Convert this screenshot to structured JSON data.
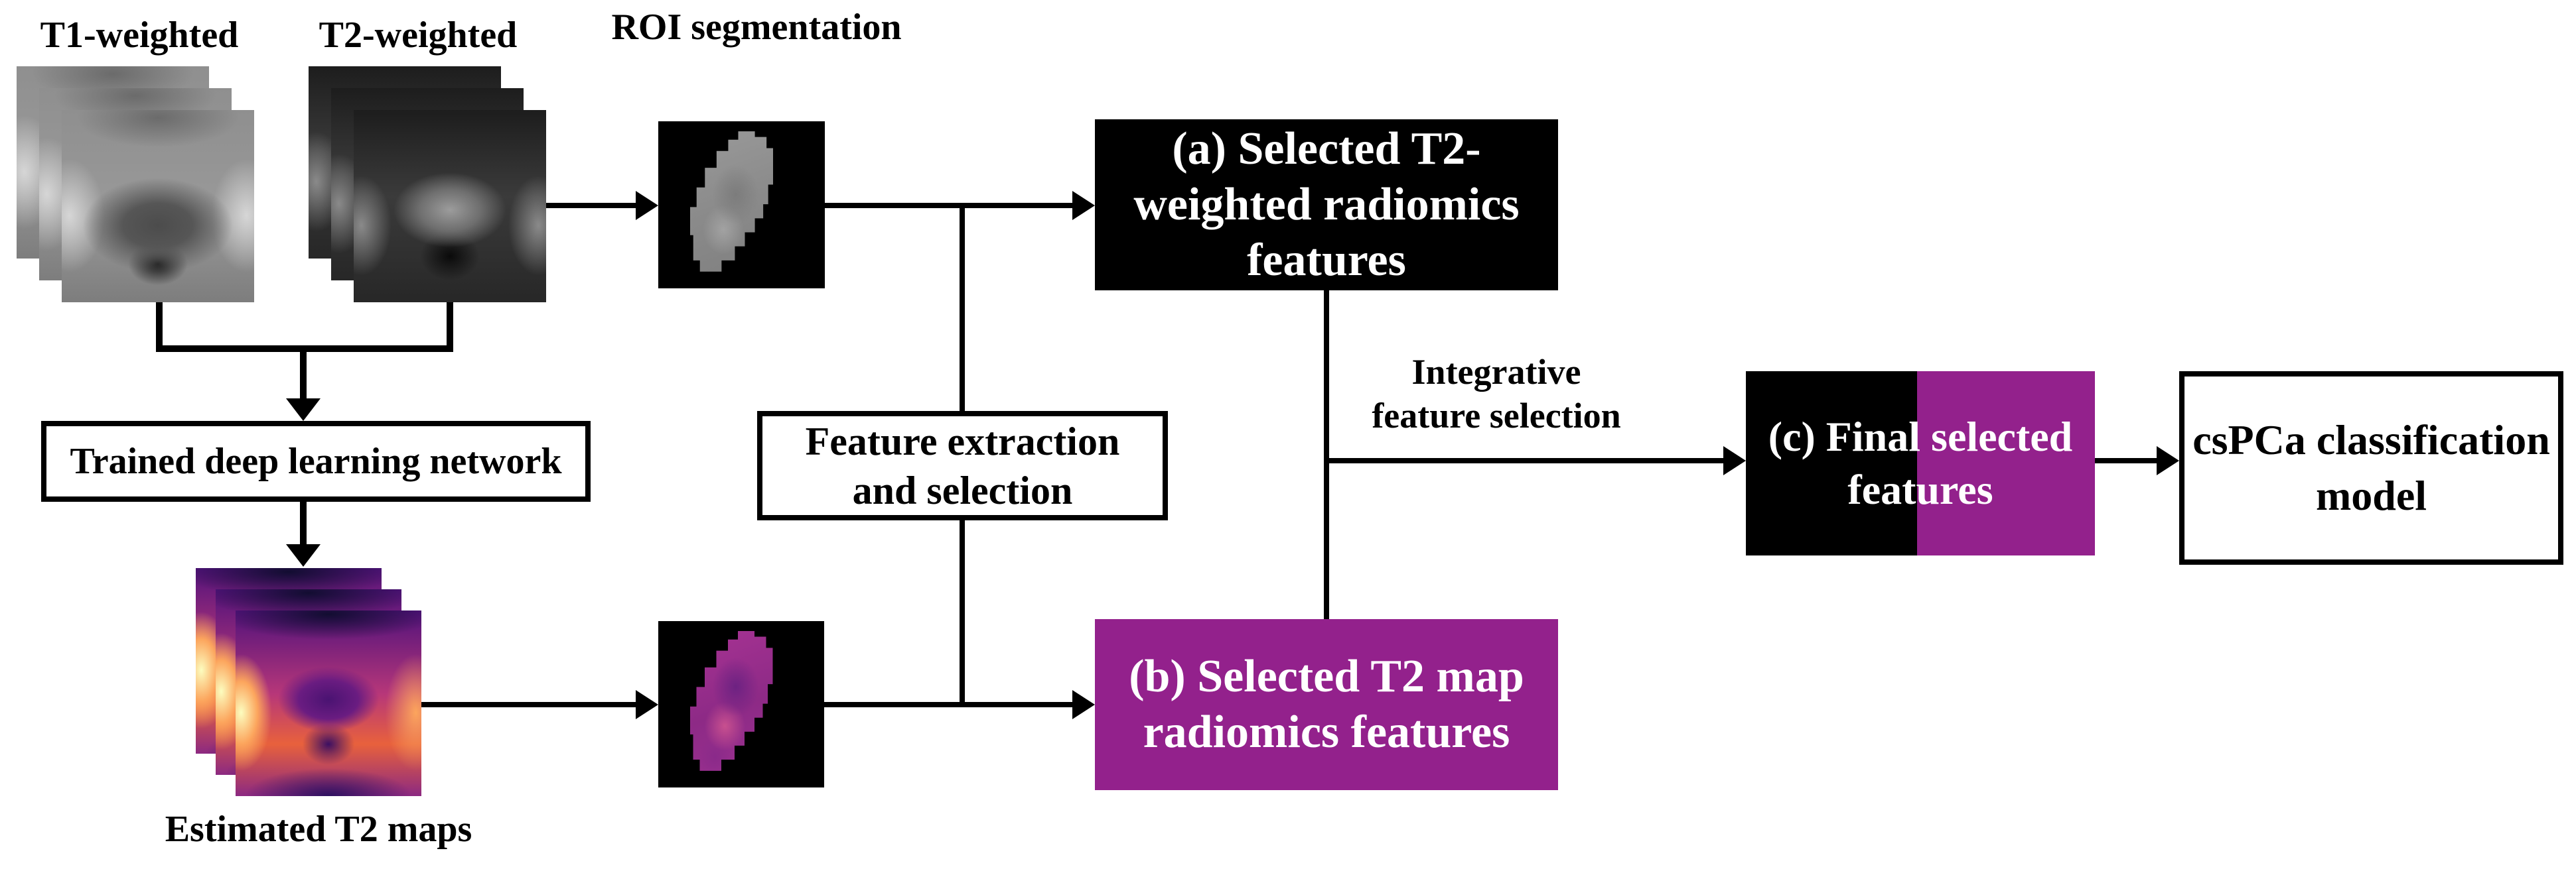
{
  "figure": {
    "type": "flowchart",
    "topic": "Radiomics pipeline from T1/T2-weighted MRI to csPCa classification model"
  },
  "labels": {
    "t1": "T1-weighted",
    "t2": "T2-weighted",
    "roi": "ROI segmentation",
    "estimated_t2": "Estimated T2 maps",
    "integrative_line1": "Integrative",
    "integrative_line2": "feature selection"
  },
  "boxes": {
    "trained": {
      "label": "Trained deep learning network"
    },
    "feature": {
      "line1": "Feature extraction",
      "line2": "and selection"
    },
    "a": {
      "line1": "(a) Selected T2-",
      "line2": "weighted radiomics",
      "line3": "features"
    },
    "b": {
      "line1": "(b) Selected T2 map",
      "line2": "radiomics features"
    },
    "c": {
      "line1": "(c) Final selected",
      "line2": "features"
    },
    "model": {
      "line1": "csPCa classification",
      "line2": "model"
    }
  },
  "images": {
    "t1_stack": "t1-weighted-mri-slices",
    "t2_stack": "t2-weighted-mri-slices",
    "t2map_stack": "estimated-t2-map-slices",
    "mask1": "roi-mask-grayscale",
    "mask2": "roi-mask-t2map"
  },
  "colors": {
    "purple": "#93218C",
    "black": "#000000",
    "white": "#FFFFFF",
    "background": "#FFFFFF"
  }
}
